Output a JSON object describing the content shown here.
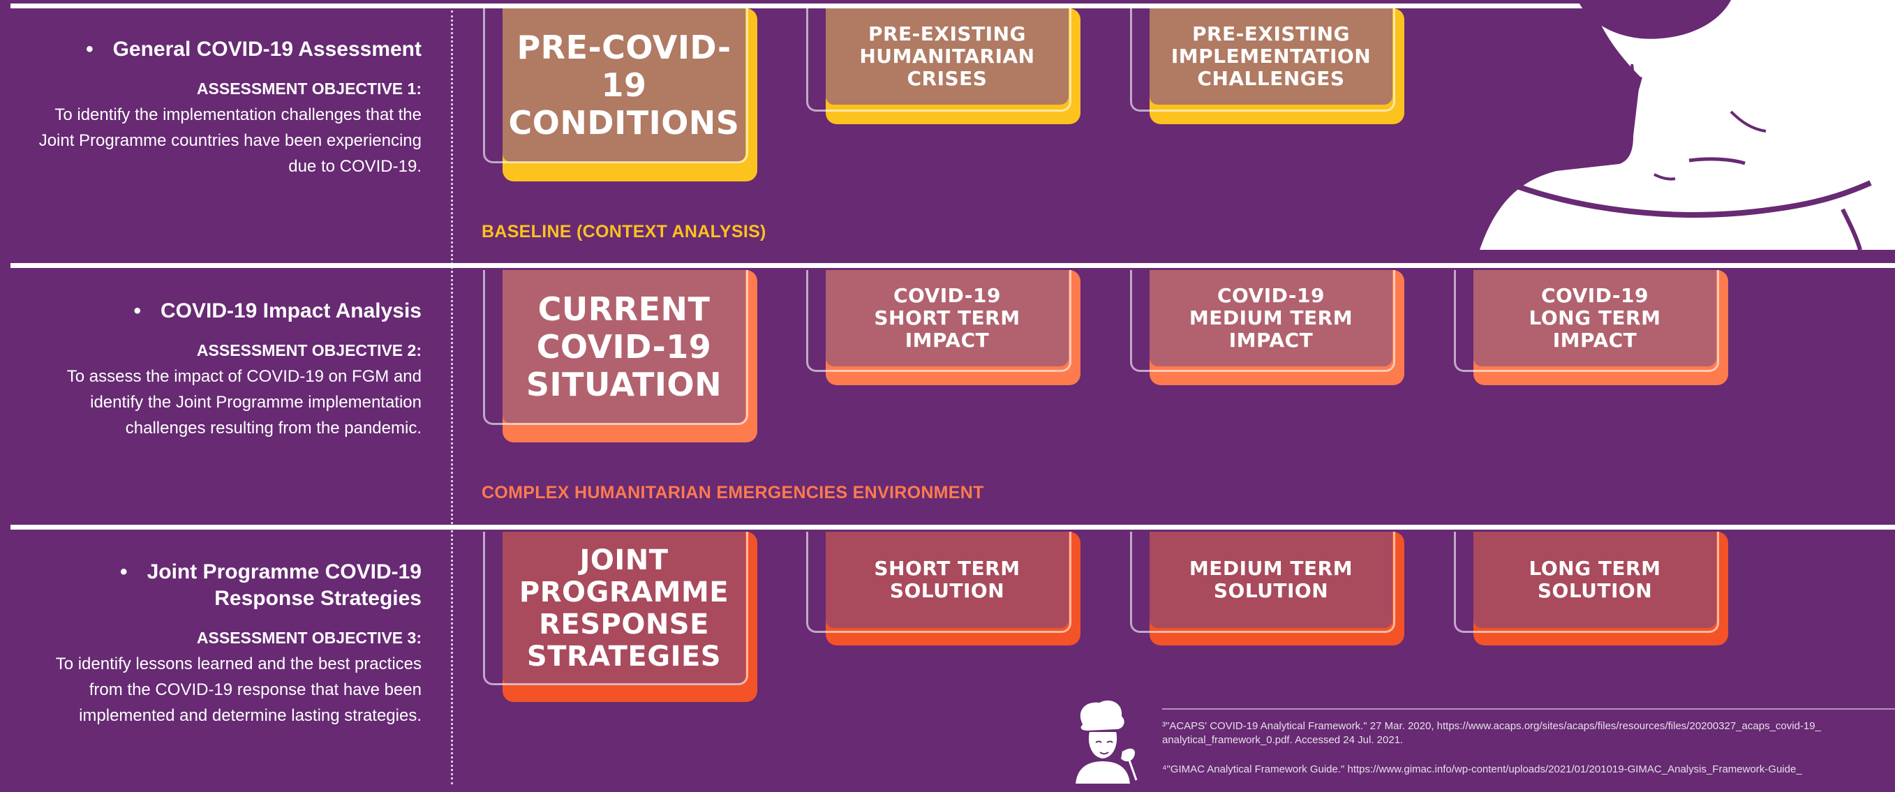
{
  "colors": {
    "background": "#672a73",
    "row1_accent": "#fcc21d",
    "row2_accent": "#fe7b4e",
    "row3_accent": "#f35327",
    "row1_fill": "#b07a63",
    "row2_fill": "#b1626e",
    "row3_fill": "#a94a5d"
  },
  "sections": [
    {
      "title_lines": [
        "General COVID-19 Assessment"
      ],
      "objective_label": "ASSESSMENT OBJECTIVE 1:",
      "objective_lines": [
        "To identify the implementation challenges that the",
        "Joint Programme countries have been experiencing",
        "due to COVID-19."
      ],
      "row_label": "BASELINE (CONTEXT ANALYSIS)",
      "main_box": "PRE-COVID-19\nCONDITIONS",
      "boxes": [
        "PRE-EXISTING\nHUMANITARIAN\nCRISES",
        "PRE-EXISTING\nIMPLEMENTATION\nCHALLENGES"
      ]
    },
    {
      "title_lines": [
        "COVID-19 Impact Analysis"
      ],
      "objective_label": "ASSESSMENT OBJECTIVE 2:",
      "objective_lines": [
        "To assess the impact of COVID-19 on FGM and",
        "identify the Joint Programme implementation",
        "challenges resulting from the pandemic."
      ],
      "row_label": "COMPLEX HUMANITARIAN EMERGENCIES ENVIRONMENT",
      "main_box": "CURRENT\nCOVID-19\nSITUATION",
      "boxes": [
        "COVID-19\nSHORT TERM\nIMPACT",
        "COVID-19\nMEDIUM TERM\nIMPACT",
        "COVID-19\nLONG TERM\nIMPACT"
      ]
    },
    {
      "title_lines": [
        "Joint Programme COVID-19",
        "Response Strategies"
      ],
      "objective_label": "ASSESSMENT OBJECTIVE 3:",
      "objective_lines": [
        "To identify lessons learned and the best practices",
        "from the COVID-19 response that have been",
        "implemented and determine lasting strategies."
      ],
      "main_box": "JOINT\nPROGRAMME\nRESPONSE\nSTRATEGIES",
      "boxes": [
        "SHORT TERM\nSOLUTION",
        "MEDIUM TERM\nSOLUTION",
        "LONG TERM\nSOLUTION"
      ]
    }
  ],
  "footnotes": [
    {
      "line1": "³\"ACAPS' COVID-19 Analytical Framework.\" 27 Mar. 2020, https://www.acaps.org/sites/acaps/files/resources/files/20200327_acaps_covid-19_",
      "line2": "analytical_framework_0.pdf. Accessed 24 Jul. 2021."
    },
    {
      "line1": "⁴\"GIMAC Analytical Framework Guide.\" https://www.gimac.info/wp-content/uploads/2021/01/201019-GIMAC_Analysis_Framework-Guide_"
    }
  ]
}
